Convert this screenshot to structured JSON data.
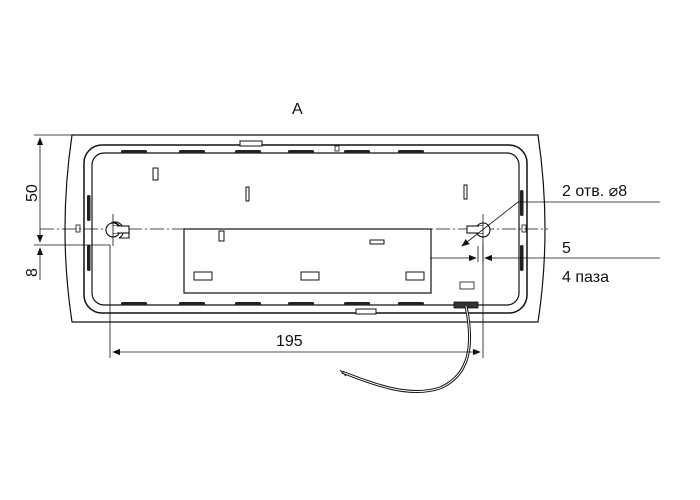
{
  "view_label": "A",
  "dimensions": {
    "height_top": "50",
    "height_bottom": "8",
    "width": "195",
    "slot_width": "5"
  },
  "callouts": {
    "holes": "2 отв. ⌀8",
    "slots": "4 паза"
  },
  "colors": {
    "line": "#111111",
    "hatch": "#444444",
    "background": "#ffffff"
  }
}
